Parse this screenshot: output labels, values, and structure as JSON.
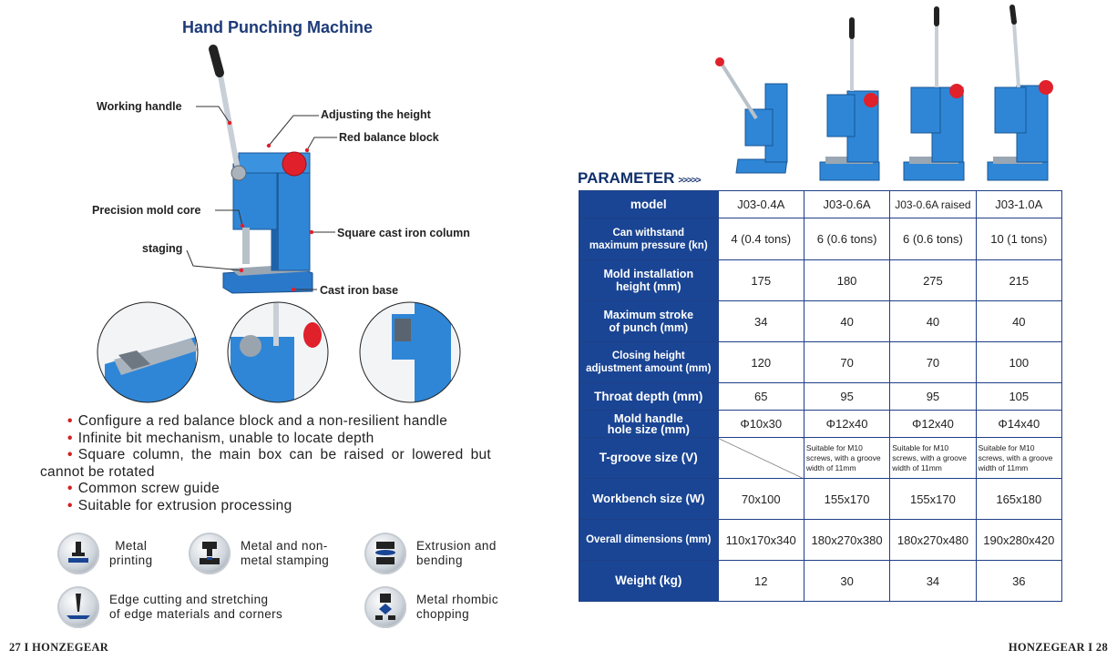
{
  "left": {
    "title": "Hand Punching Machine",
    "callouts": {
      "working_handle": "Working handle",
      "adjusting_height": "Adjusting the height",
      "red_balance_block": "Red balance block",
      "precision_mold_core": "Precision mold core",
      "square_column": "Square cast iron column",
      "staging": "staging",
      "cast_iron_base": "Cast iron base"
    },
    "bullets": [
      "Configure a red balance block and a non-resilient handle",
      "Infinite bit mechanism, unable to locate depth",
      "Square column, the main box can be raised or lowered but",
      "cannot be rotated",
      "Common screw guide",
      "Suitable for extrusion processing"
    ],
    "applications": [
      {
        "line1": "Metal",
        "line2": "printing",
        "icon": "metal-printing-icon"
      },
      {
        "line1": "Metal and non-",
        "line2": "metal stamping",
        "icon": "metal-stamping-icon"
      },
      {
        "line1": "Extrusion and",
        "line2": "bending",
        "icon": "extrusion-bending-icon"
      },
      {
        "line1": "Edge cutting and stretching",
        "line2": "of edge materials and corners",
        "icon": "edge-cutting-icon"
      },
      {
        "line1": "Metal rhombic",
        "line2": "chopping",
        "icon": "rhombic-chopping-icon"
      }
    ],
    "footer": {
      "page": "27",
      "sep": "I",
      "brand": "HONZEGEAR"
    }
  },
  "right": {
    "parameter_title": "PARAMETER",
    "arrows": ">>>>>",
    "columns": [
      "model",
      "J03-0.4A",
      "J03-0.6A",
      "J03-0.6A raised",
      "J03-1.0A"
    ],
    "rows": [
      {
        "label": [
          "Can withstand",
          "maximum pressure (kn)"
        ],
        "values": [
          "4 (0.4 tons)",
          "6 (0.6 tons)",
          "6 (0.6 tons)",
          "10 (1 tons)"
        ]
      },
      {
        "label": [
          "Mold installation",
          "height (mm)"
        ],
        "values": [
          "175",
          "180",
          "275",
          "215"
        ]
      },
      {
        "label": [
          "Maximum stroke",
          "of punch (mm)"
        ],
        "values": [
          "34",
          "40",
          "40",
          "40"
        ]
      },
      {
        "label": [
          "Closing height",
          "adjustment amount (mm)"
        ],
        "values": [
          "120",
          "70",
          "70",
          "100"
        ]
      },
      {
        "label": [
          "Throat depth (mm)"
        ],
        "values": [
          "65",
          "95",
          "95",
          "105"
        ]
      },
      {
        "label": [
          "Mold handle",
          "hole size (mm)"
        ],
        "values": [
          "Φ10x30",
          "Φ12x40",
          "Φ12x40",
          "Φ14x40"
        ]
      },
      {
        "label": [
          "T-groove size (V)"
        ],
        "values": [
          "",
          "Suitable for M10 screws, with a groove width of 11mm",
          "Suitable for M10 screws, with a groove width of 11mm",
          "Suitable for M10 screws, with a groove width of 11mm"
        ]
      },
      {
        "label": [
          "Workbench size (W)"
        ],
        "values": [
          "70x100",
          "155x170",
          "155x170",
          "165x180"
        ]
      },
      {
        "label": [
          "Overall dimensions (mm)"
        ],
        "values": [
          "110x170x340",
          "180x270x380",
          "180x270x480",
          "190x280x420"
        ]
      },
      {
        "label": [
          "Weight (kg)"
        ],
        "values": [
          "12",
          "30",
          "34",
          "36"
        ]
      }
    ],
    "footer": {
      "brand": "HONZEGEAR",
      "sep": "I",
      "page": "28"
    }
  }
}
